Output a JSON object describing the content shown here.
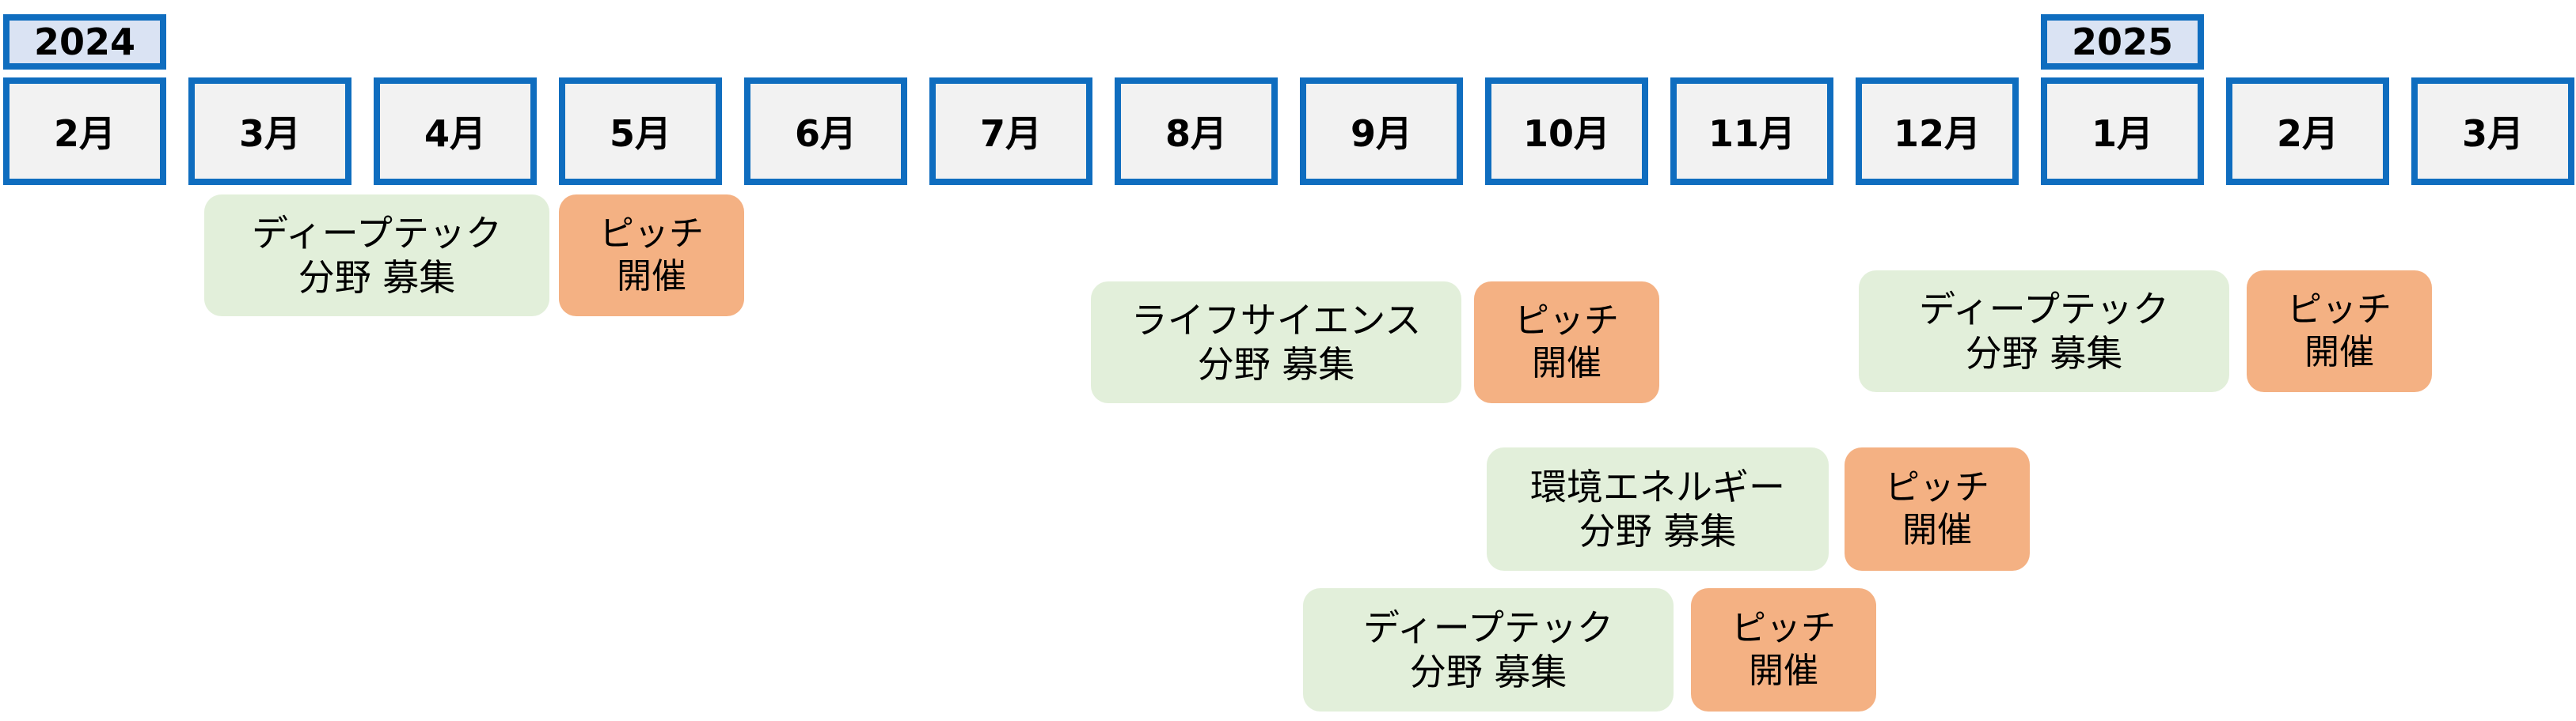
{
  "years": [
    "2024",
    "2025"
  ],
  "months": [
    "2月",
    "3月",
    "4月",
    "5月",
    "6月",
    "7月",
    "8月",
    "9月",
    "10月",
    "11月",
    "12月",
    "1月",
    "2月",
    "3月"
  ],
  "rows": [
    {
      "recruit": {
        "line1": "ディープテック",
        "line2": "分野 募集"
      },
      "pitch": {
        "line1": "ピッチ",
        "line2": "開催"
      }
    },
    {
      "recruit": {
        "line1": "ライフサイエンス",
        "line2": "分野 募集"
      },
      "pitch": {
        "line1": "ピッチ",
        "line2": "開催"
      }
    },
    {
      "recruit": {
        "line1": "ディープテック",
        "line2": "分野 募集"
      },
      "pitch": {
        "line1": "ピッチ",
        "line2": "開催"
      }
    },
    {
      "recruit": {
        "line1": "環境エネルギー",
        "line2": "分野 募集"
      },
      "pitch": {
        "line1": "ピッチ",
        "line2": "開催"
      }
    },
    {
      "recruit": {
        "line1": "ディープテック",
        "line2": "分野 募集"
      },
      "pitch": {
        "line1": "ピッチ",
        "line2": "開催"
      }
    }
  ],
  "colors": {
    "border": "#0F6DBF",
    "recruit": "#E2EFDA",
    "pitch": "#F4B183",
    "year_fill": "#DAE3F3"
  }
}
